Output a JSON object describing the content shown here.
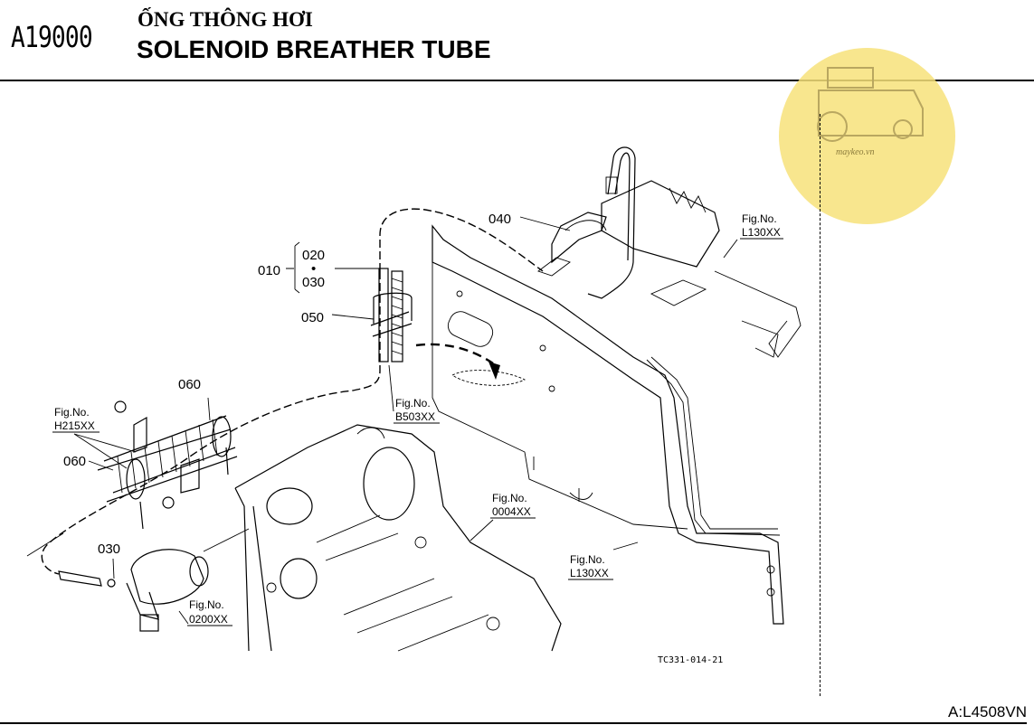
{
  "header": {
    "code": "A19000",
    "title_vn": "ỐNG THÔNG HƠI",
    "title_en": "SOLENOID BREATHER TUBE"
  },
  "footer": {
    "ref": "A:L4508VN"
  },
  "watermark": {
    "text": "maykeo.vn",
    "color": "#f7e27a",
    "icon": "tractor-icon"
  },
  "diagram": {
    "drawing_code": "TC331-014-21",
    "parts": {
      "p010": "010",
      "p020": "020",
      "p030a": "030",
      "p030b": "030",
      "p040": "040",
      "p050": "050",
      "p060a": "060",
      "p060b": "060"
    },
    "refs": {
      "fig_label": "Fig.No.",
      "l130_top": "L130XX",
      "h215": "H215XX",
      "b503": "B503XX",
      "f0004": "0004XX",
      "l130_bottom": "L130XX",
      "f0200": "0200XX"
    }
  }
}
